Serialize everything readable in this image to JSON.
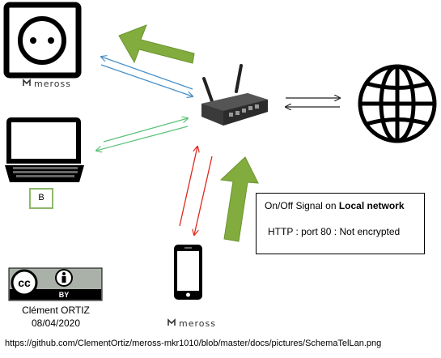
{
  "diagram": {
    "devices": {
      "smart_plug_brand": "meross",
      "phone_brand": "meross",
      "laptop_badge": "B"
    },
    "info_box": {
      "line1_prefix": "On/Off Signal on ",
      "line1_bold": "Local network",
      "line2": "HTTP : port 80 : Not encrypted"
    },
    "license": {
      "cc_symbol": "cc",
      "by_label": "BY"
    },
    "author": {
      "name": "Clément ORTIZ",
      "date": "08/04/2020"
    },
    "source_url": "https://github.com/ClementOrtiz/meross-mkr1010/blob/master/docs/pictures/SchemaTelLan.png",
    "colors": {
      "blue_signal": "#4a90c8",
      "green_signal": "#5cc27a",
      "red_signal": "#e0281e",
      "big_arrow": "#82ad3e"
    }
  }
}
